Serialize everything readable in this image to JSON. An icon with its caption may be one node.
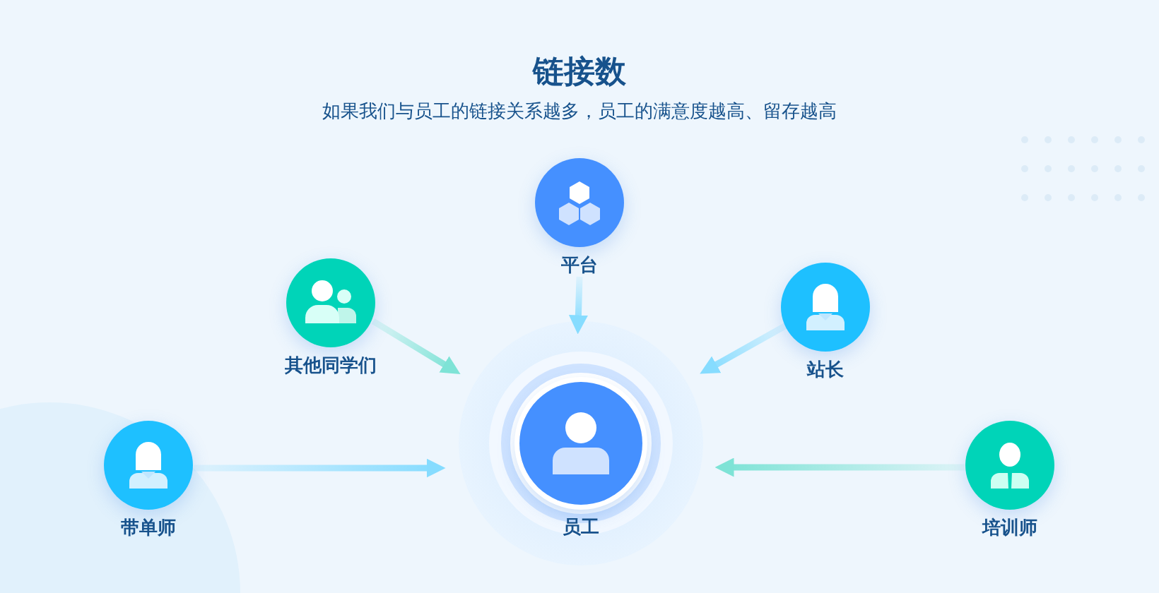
{
  "diagram": {
    "title": "链接数",
    "caption": "如果我们与员工的链接关系越多，员工的满意度越高、留存越高",
    "nodes": [
      {
        "text": [
          "平台"
        ]
      },
      {
        "text": [
          "其他同学们"
        ]
      },
      {
        "text": [
          "站长"
        ]
      },
      {
        "text": [
          "带单师"
        ]
      },
      {
        "text": [
          "员工"
        ]
      },
      {
        "text": [
          "培训师"
        ]
      }
    ],
    "edges": [
      {
        "from": 0,
        "to": 4,
        "arrow": "to"
      },
      {
        "from": 1,
        "to": 4,
        "arrow": "to",
        "color": "#7ee3d6"
      },
      {
        "from": 2,
        "to": 4,
        "arrow": "to"
      },
      {
        "from": 3,
        "to": 4,
        "arrow": "to"
      },
      {
        "from": 5,
        "to": 4,
        "arrow": "to",
        "color": "#7ee3d6"
      }
    ]
  }
}
